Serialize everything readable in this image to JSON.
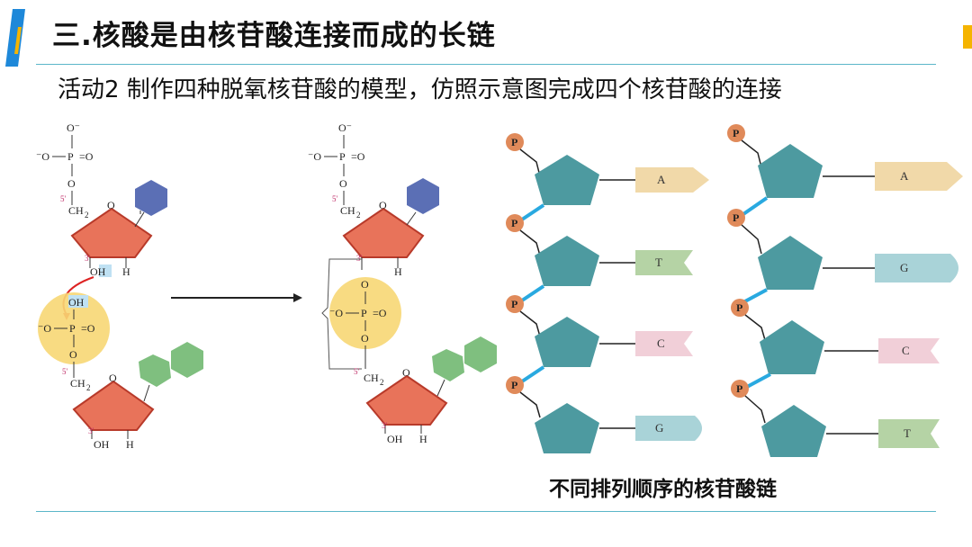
{
  "slide": {
    "title": "三.核酸是由核苷酸连接而成的长链",
    "subtitle": "活动2   制作四种脱氧核苷酸的模型，仿照示意图完成四个核苷酸的连接",
    "chain_caption": "不同排列顺序的核苷酸链"
  },
  "colors": {
    "accent_blue": "#1e88d9",
    "accent_yellow": "#f5b400",
    "rule": "#5bb6c9",
    "sugar_fill": "#e8735a",
    "purine_fill": "#7fbf7f",
    "pyrimidine_fill": "#5b6fb5",
    "phosphate_glow": "#f7d774",
    "pentagon": "#4d9aa0",
    "link": "#29a9e0"
  },
  "chem": {
    "o_minus": "O⁻",
    "o_minus_left": "⁻O",
    "p": "P",
    "o": "O",
    "eq_o": "=O",
    "ch2": "CH",
    "sub2": "2",
    "oh": "OH",
    "h": "H",
    "prime5": "5'",
    "prime3": "3'"
  },
  "chains": {
    "phosphate_label": "P",
    "left_bases": [
      "A",
      "T",
      "C",
      "G"
    ],
    "right_bases": [
      "A",
      "G",
      "C",
      "T"
    ]
  }
}
